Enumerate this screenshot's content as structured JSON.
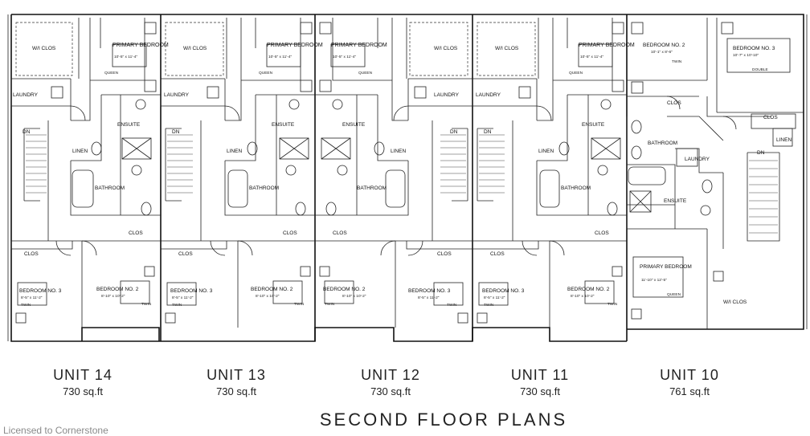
{
  "plan_title": "SECOND FLOOR PLANS",
  "watermark": "Licensed to Cornerstone",
  "units": [
    {
      "name": "UNIT 14",
      "area": "730 sq.ft",
      "rooms": {
        "wi_clos": "W/I CLOS",
        "primary_bedroom": "PRIMARY BEDROOM",
        "primary_dim": "10'-5\" x 11'-4\"",
        "queen": "QUEEN",
        "laundry": "LAUNDRY",
        "ensuite": "ENSUITE",
        "dn": "DN",
        "linen": "LINEN",
        "bathroom": "BATHROOM",
        "clos_a": "CLOS",
        "clos_b": "CLOS",
        "bedroom_a": "BEDROOM NO. 3",
        "bedroom_a_dim": "8'-5\" x 11'-2\"",
        "bedroom_a_bed": "TWIN",
        "bedroom_b": "BEDROOM NO. 2",
        "bedroom_b_dim": "8'-10\" x 10'-2\"",
        "bedroom_b_bed": "TWIN"
      }
    },
    {
      "name": "UNIT 13",
      "area": "730 sq.ft",
      "rooms": {
        "wi_clos": "W/I CLOS",
        "primary_bedroom": "PRIMARY BEDROOM",
        "primary_dim": "10'-5\" x 11'-4\"",
        "queen": "QUEEN",
        "laundry": "LAUNDRY",
        "ensuite": "ENSUITE",
        "dn": "DN",
        "linen": "LINEN",
        "bathroom": "BATHROOM",
        "clos_a": "CLOS",
        "clos_b": "CLOS",
        "bedroom_a": "BEDROOM NO. 3",
        "bedroom_a_dim": "8'-5\" x 11'-2\"",
        "bedroom_a_bed": "TWIN",
        "bedroom_b": "BEDROOM NO. 2",
        "bedroom_b_dim": "8'-10\" x 10'-2\"",
        "bedroom_b_bed": "TWIN"
      }
    },
    {
      "name": "UNIT 12",
      "area": "730 sq.ft",
      "rooms": {
        "wi_clos": "W/I CLOS",
        "primary_bedroom": "PRIMARY BEDROOM",
        "primary_dim": "10'-5\" x 11'-4\"",
        "queen": "QUEEN",
        "laundry": "LAUNDRY",
        "ensuite": "ENSUITE",
        "dn": "DN",
        "linen": "LINEN",
        "bathroom": "BATHROOM",
        "clos_a": "CLOS",
        "clos_b": "CLOS",
        "bedroom_a": "BEDROOM NO. 2",
        "bedroom_a_dim": "8'-10\" x 10'-2\"",
        "bedroom_a_bed": "TWIN",
        "bedroom_b": "BEDROOM NO. 3",
        "bedroom_b_dim": "8'-5\" x 11'-2\"",
        "bedroom_b_bed": "TWIN"
      }
    },
    {
      "name": "UNIT 11",
      "area": "730 sq.ft",
      "rooms": {
        "wi_clos": "W/I CLOS",
        "primary_bedroom": "PRIMARY BEDROOM",
        "primary_dim": "10'-5\" x 11'-4\"",
        "queen": "QUEEN",
        "laundry": "LAUNDRY",
        "ensuite": "ENSUITE",
        "dn": "DN",
        "linen": "LINEN",
        "bathroom": "BATHROOM",
        "clos_a": "CLOS",
        "clos_b": "CLOS",
        "bedroom_a": "BEDROOM NO. 3",
        "bedroom_a_dim": "8'-5\" x 11'-2\"",
        "bedroom_a_bed": "TWIN",
        "bedroom_b": "BEDROOM NO. 2",
        "bedroom_b_dim": "8'-10\" x 10'-2\"",
        "bedroom_b_bed": "TWIN"
      }
    },
    {
      "name": "UNIT 10",
      "area": "761 sq.ft",
      "rooms": {
        "bedroom2": "BEDROOM NO. 2",
        "bedroom2_dim": "10'-1\" x 8'-6\"",
        "bedroom2_bed": "TWIN",
        "bedroom3": "BEDROOM NO. 3",
        "bedroom3_dim": "10'-7\" x 10'-10\"",
        "bedroom3_bed": "DOUBLE",
        "clos_a": "CLOS",
        "clos_b": "CLOS",
        "bathroom": "BATHROOM",
        "laundry": "LAUNDRY",
        "linen": "LINEN",
        "dn": "DN",
        "ensuite": "ENSUITE",
        "primary_bedroom": "PRIMARY BEDROOM",
        "primary_dim": "11'-10\" x 12'-5\"",
        "queen": "QUEEN",
        "wi_clos": "W/I CLOS"
      }
    }
  ]
}
